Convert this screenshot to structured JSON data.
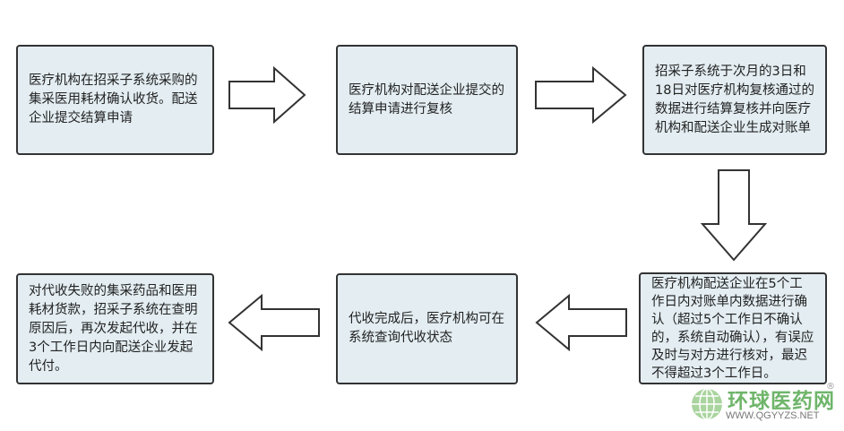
{
  "steps": [
    {
      "text": "医疗机构在招采子系统采购的集采医用耗材确认收货。配送企业提交结算申请"
    },
    {
      "text": "医疗机构对配送企业提交的结算申请进行复核"
    },
    {
      "text": "招采子系统于次月的3日和18日对医疗机构复核通过的数据进行结算复核并向医疗机构和配送企业生成对账单"
    },
    {
      "text": "医疗机构配送企业在5个工作日内对账单内数据进行确认（超过5个工作日不确认的，系统自动确认），有误应及时与对方进行核对，最迟不得超过3个工作日。"
    },
    {
      "text": "代收完成后，医疗机构可在系统查询代收状态"
    },
    {
      "text": "对代收失败的集采药品和医用耗材货款，招采子系统在查明原因后，再次发起代收，并在3个工作日内向配送企业发起代付。"
    }
  ],
  "watermark": {
    "title": "环球医药网",
    "url": "WWW.QGYYZS.NET",
    "reg": "®"
  },
  "colors": {
    "box_fill": "#e3edf2",
    "border": "#333333",
    "brand": "#6fb56a"
  }
}
